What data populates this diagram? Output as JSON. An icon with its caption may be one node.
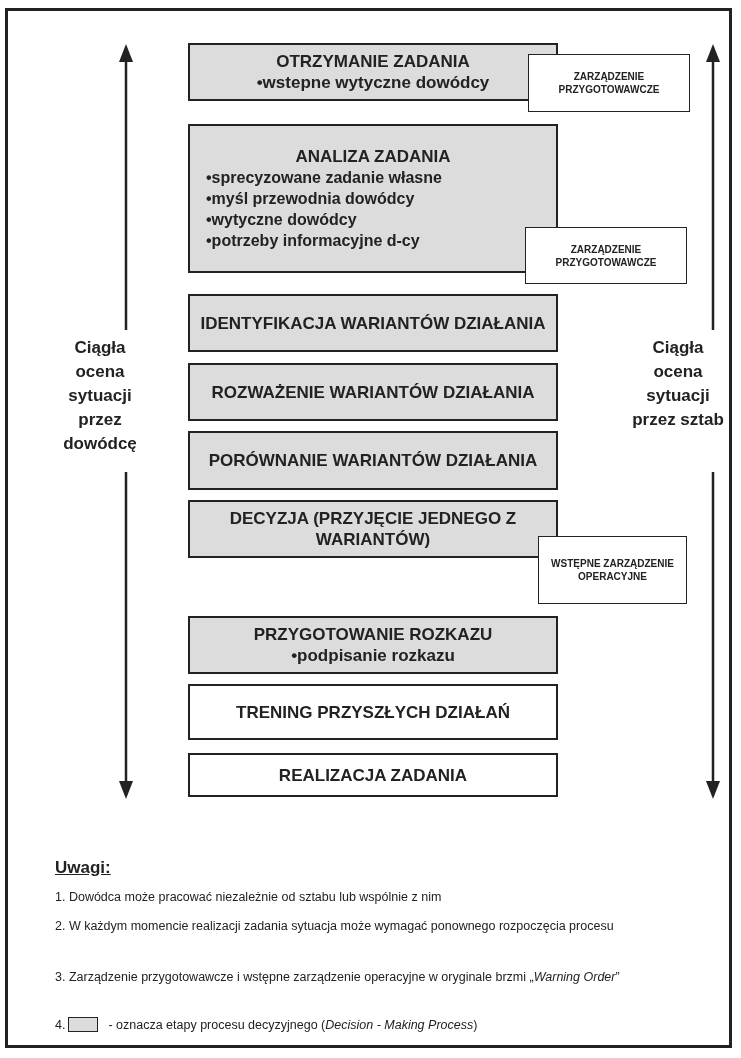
{
  "diagram": {
    "nodes": [
      {
        "text": [
          "OTRZYMANIE ZADANIA",
          "•wstepne wytyczne dowódcy"
        ]
      },
      {
        "text": [
          "ZARZĄDZENIE PRZYGOTOWAWCZE"
        ]
      },
      {
        "text": [
          "ANALIZA ZADANIA",
          "•sprecyzowane zadanie własne",
          "•myśl przewodnia dowódcy",
          "•wytyczne dowódcy",
          "•potrzeby informacyjne d-cy"
        ]
      },
      {
        "text": [
          "ZARZĄDZENIE PRZYGOTOWAWCZE"
        ]
      },
      {
        "text": [
          "IDENTYFIKACJA WARIANTÓW DZIAŁANIA"
        ]
      },
      {
        "text": [
          "ROZWAŻENIE WARIANTÓW DZIAŁANIA"
        ]
      },
      {
        "text": [
          "PORÓWNANIE WARIANTÓW DZIAŁANIA"
        ]
      },
      {
        "text": [
          "DECYZJA (PRZYJĘCIE JEDNEGO Z WARIANTÓW)"
        ]
      },
      {
        "text": [
          "WSTĘPNE ZARZĄDZENIE OPERACYJNE"
        ]
      },
      {
        "text": [
          "PRZYGOTOWANIE ROZKAZU",
          "•podpisanie rozkazu"
        ]
      },
      {
        "text": [
          "TRENING PRZYSZŁYCH DZIAŁAŃ"
        ]
      },
      {
        "text": [
          "REALIZACJA ZADANIA"
        ]
      }
    ],
    "edges": [],
    "labels": [
      "Ciągła ocena sytuacji przez dowódcę",
      "Ciągła ocena sytuacji przez sztab",
      "Uwagi:",
      "1. Dowódca może pracować niezależnie od sztabu lub wspólnie z nim",
      "2. W każdym momencie realizacji zadania sytuacja może wymagać ponownego rozpoczęcia procesu",
      "3. Zarządzenie przygotowawcze i wstępne zarządzenie operacyjne w oryginale brzmi „*Warning Order*”",
      "4."
    ],
    "legend": [
      {
        "text": "- oznacza etapy procesu decyzyjnego (*Decision - Making Process*)",
        "color": "#dcdcdc"
      }
    ]
  }
}
